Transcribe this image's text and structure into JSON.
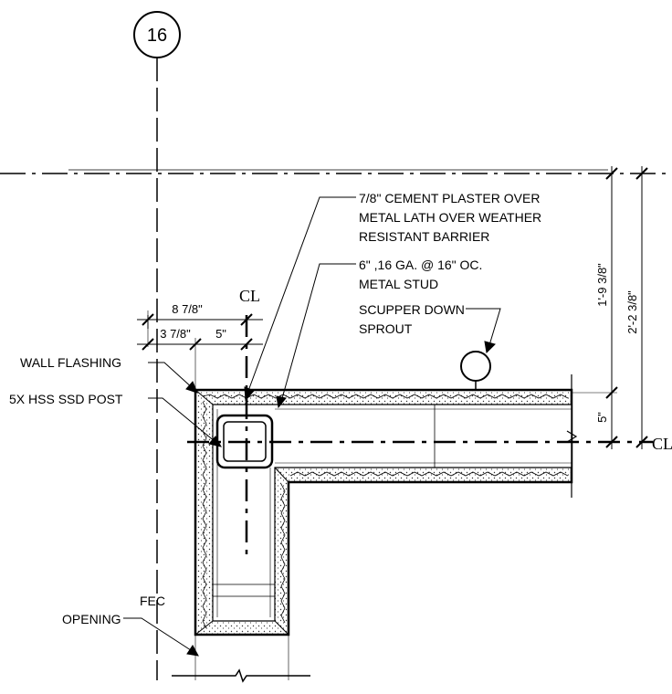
{
  "grid": {
    "label": "16"
  },
  "notes": {
    "plaster": [
      "7/8\" CEMENT PLASTER OVER",
      "METAL LATH OVER WEATHER",
      "RESISTANT BARRIER"
    ],
    "stud": [
      "6\" ,16 GA. @ 16\" OC.",
      "METAL STUD"
    ],
    "scupper": [
      "SCUPPER DOWN",
      "SPROUT"
    ],
    "wall_flashing": "WALL FLASHING",
    "hss_post": "5X HSS SSD POST",
    "fec": "FEC",
    "opening": "OPENING"
  },
  "dimensions": {
    "overall_width": "8 7/8\"",
    "left_part": "3 7/8\"",
    "right_part": "5\"",
    "upper_vertical": "1'-9 3/8\"",
    "overall_vertical": "2'-2 3/8\"",
    "lower_vertical": "5\""
  },
  "centerline_symbol": "CL"
}
